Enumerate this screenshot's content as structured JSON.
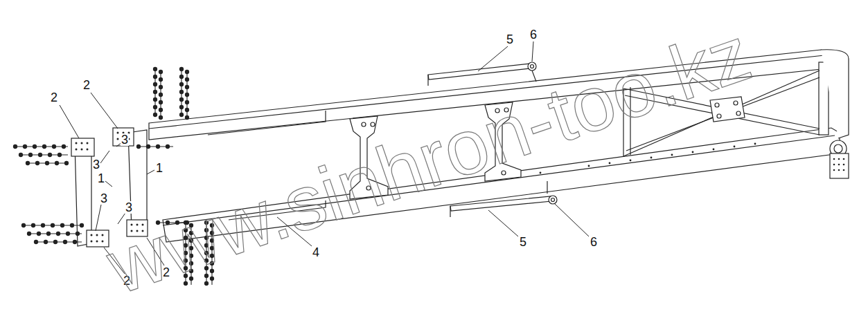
{
  "diagram": {
    "labels": [
      "2",
      "2",
      "5",
      "6",
      "3",
      "3",
      "1",
      "1",
      "3",
      "3",
      "5",
      "6",
      "4",
      "2",
      "2",
      "www.sinhron-too.kz"
    ]
  }
}
